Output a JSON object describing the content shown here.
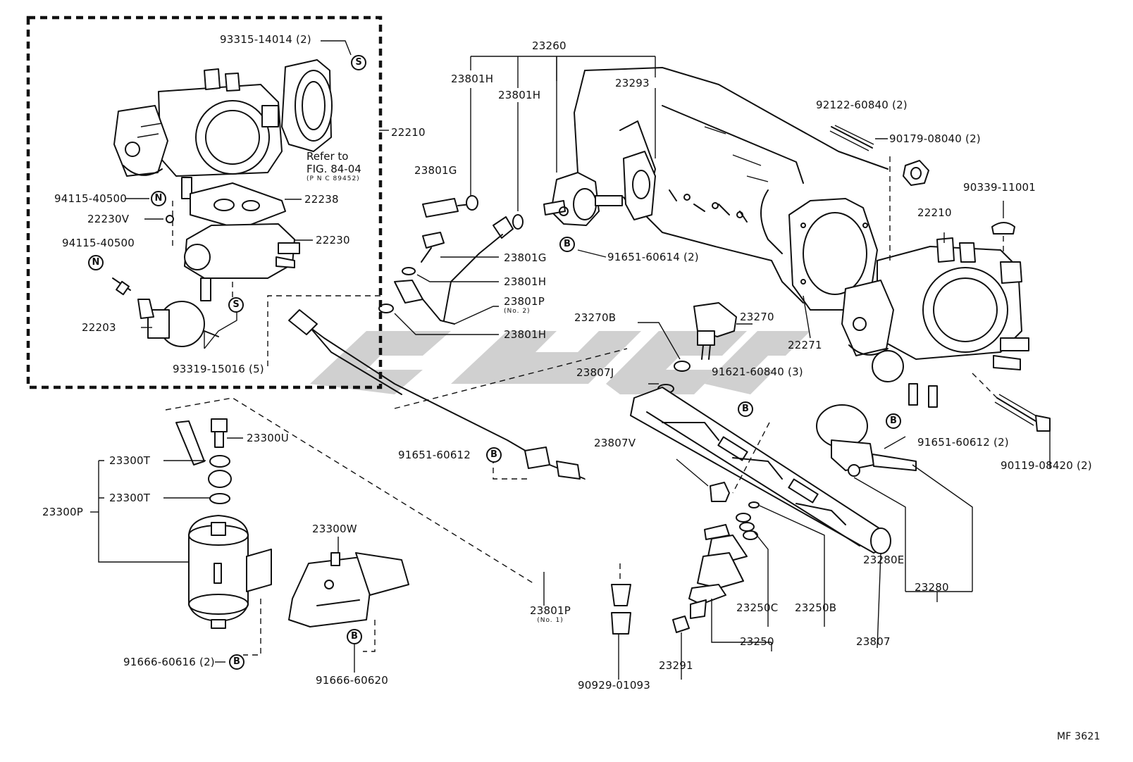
{
  "figure_code": "MF 3621",
  "reference": {
    "line1": "Refer to",
    "line2": "FIG. 84-04",
    "line3": "(P N C 89452)"
  },
  "labels": {
    "p93315_14014": "93315-14014 (2)",
    "p22210_box": "22210",
    "p94115_40500_a": "94115-40500",
    "p22238": "22238",
    "p22230V": "22230V",
    "p94115_40500_b": "94115-40500",
    "p22230": "22230",
    "p22203": "22203",
    "p93319_15016": "93319-15016 (5)",
    "p23260": "23260",
    "p23801H_a": "23801H",
    "p23801H_b": "23801H",
    "p23293": "23293",
    "p23801G_a": "23801G",
    "p91651_60614": "91651-60614 (2)",
    "p23801G_b": "23801G",
    "p23801H_c": "23801H",
    "p23801P_2": "23801P",
    "p23801P_2_sub": "(No. 2)",
    "p23801H_d": "23801H",
    "p92122_60840": "92122-60840 (2)",
    "p90179_08040": "90179-08040 (2)",
    "p90339_11001": "90339-11001",
    "p22210_right": "22210",
    "p22271": "22271",
    "p23270B": "23270B",
    "p23270": "23270",
    "p23807J": "23807J",
    "p91621_60840": "91621-60840 (3)",
    "p23300U": "23300U",
    "p23300T_a": "23300T",
    "p23300T_b": "23300T",
    "p23300P": "23300P",
    "p91651_60612_a": "91651-60612",
    "p23807V": "23807V",
    "p91651_60612_b": "91651-60612 (2)",
    "p90119_08420": "90119-08420 (2)",
    "p23300W": "23300W",
    "p23280E": "23280E",
    "p23280": "23280",
    "p23801P_1": "23801P",
    "p23801P_1_sub": "(No. 1)",
    "p23250C": "23250C",
    "p23250B": "23250B",
    "p23250": "23250",
    "p23807": "23807",
    "p23291": "23291",
    "p91666_60616": "91666-60616 (2)",
    "p91666_60620": "91666-60620",
    "p90929_01093": "90929-01093"
  },
  "symbols": {
    "S": "S",
    "N": "N",
    "B": "B"
  },
  "colors": {
    "ink": "#111111",
    "watermark": "#c8c8c8",
    "background": "#ffffff"
  }
}
